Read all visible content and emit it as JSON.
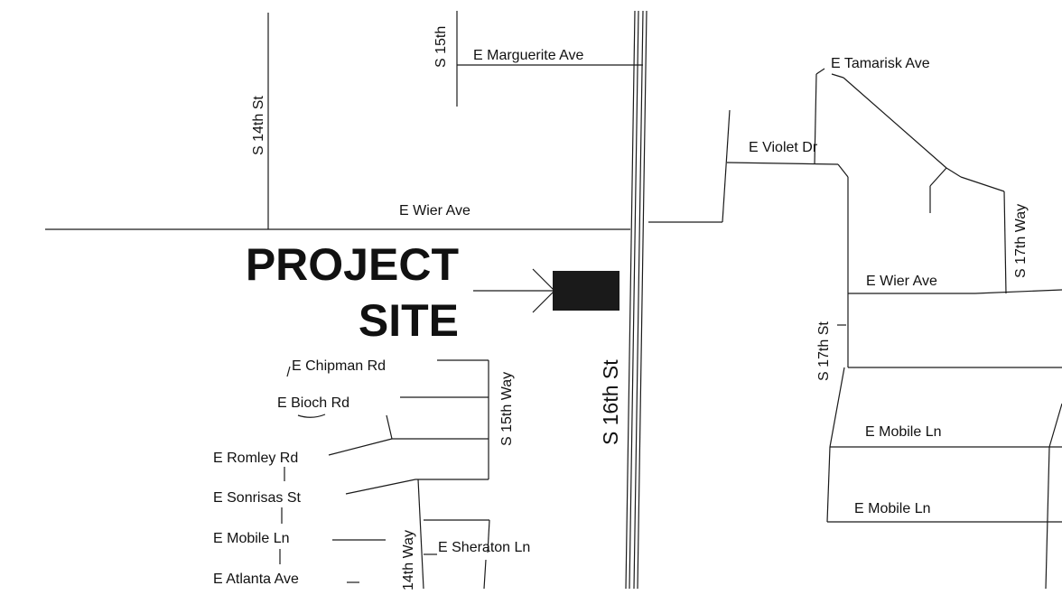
{
  "map": {
    "project_label": {
      "line1": "PROJECT",
      "line2": "SITE"
    },
    "streets": {
      "s16th": "S 16th St",
      "s14th": "S 14th St",
      "s15th_north": "S 15th",
      "marguerite": "E Marguerite Ave",
      "wier_west": "E Wier Ave",
      "wier_east": "E Wier Ave",
      "tamarisk": "E Tamarisk Ave",
      "violet": "E Violet Dr",
      "s17th_way": "S 17th Way",
      "s17th_st": "S 17th St",
      "mobile_east_1": "E Mobile Ln",
      "mobile_east_2": "E Mobile Ln",
      "chipman": "E Chipman Rd",
      "bioch": "E Bioch Rd",
      "romley": "E Romley Rd",
      "sonrisas": "E Sonrisas St",
      "mobile_west": "E Mobile Ln",
      "atlanta": "E Atlanta Ave",
      "sheraton": "E Sheraton Ln",
      "s15th_way": "S 15th Way",
      "s14th_way": "14th Way"
    },
    "colors": {
      "road": "#1a1a1a",
      "site_marker": "#1a1a1a",
      "background": "#ffffff"
    }
  }
}
